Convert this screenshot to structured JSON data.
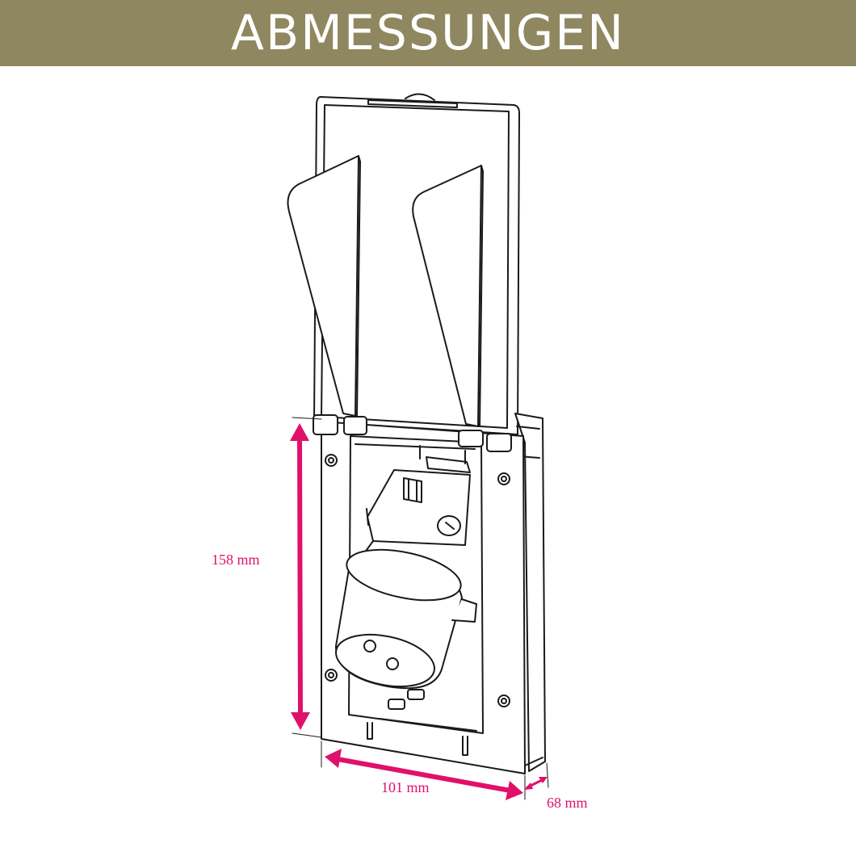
{
  "header": {
    "title": "ABMESSUNGEN",
    "background_color": "#8f875f"
  },
  "dimensions": {
    "height_label": "158 mm",
    "width_label": "101 mm",
    "depth_label": "68 mm",
    "accent_color": "#e0116a"
  },
  "product_icon": "wall-socket-box-icon"
}
